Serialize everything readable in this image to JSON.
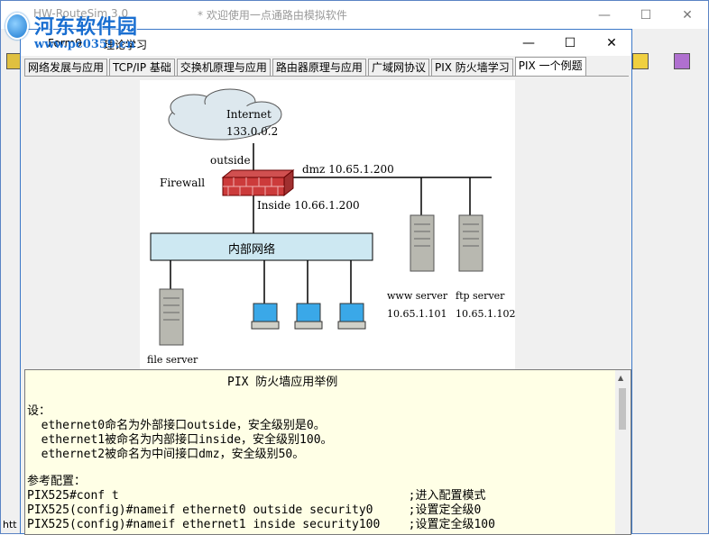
{
  "main_window": {
    "title": "HW-RouteSim 3.0",
    "subtitle": "* 欢迎使用一点通路由模拟软件",
    "controls": {
      "minimize": "—",
      "maximize": "☐",
      "close": "✕"
    },
    "status_text": "htt"
  },
  "watermark": {
    "text": "河东软件园",
    "url": "www.pc0359.cn"
  },
  "child_window": {
    "title": "Form9",
    "menu_item": "理论学习",
    "controls": {
      "minimize": "—",
      "maximize": "☐",
      "close": "✕"
    }
  },
  "tabs": [
    {
      "label": "网络发展与应用",
      "active": false
    },
    {
      "label": "TCP/IP 基础",
      "active": false
    },
    {
      "label": "交换机原理与应用",
      "active": false
    },
    {
      "label": "路由器原理与应用",
      "active": false
    },
    {
      "label": "广域网协议",
      "active": false
    },
    {
      "label": "PIX 防火墙学习",
      "active": false
    },
    {
      "label": "PIX 一个例题",
      "active": true
    }
  ],
  "diagram": {
    "internet": "Internet",
    "internet_ip": "133.0.0.2",
    "outside": "outside",
    "dmz": "dmz 10.65.1.200",
    "firewall": "Firewall",
    "inside": "Inside 10.66.1.200",
    "internal_network": "内部网络",
    "www_server": "www server",
    "www_ip": "10.65.1.101",
    "ftp_server": "ftp server",
    "ftp_ip": "10.65.1.102",
    "file_server": "file server"
  },
  "text_area": {
    "heading": "PIX 防火墙应用举例",
    "lines": [
      "设：",
      "  ethernet0命名为外部接口outside，安全级别是0。",
      "  ethernet1被命名为内部接口inside，安全级别100。",
      "  ethernet2被命名为中间接口dmz，安全级别50。",
      "",
      "参考配置：",
      "PIX525#conf t                                         ;进入配置模式",
      "PIX525(config)#nameif ethernet0 outside security0     ;设置定全级0",
      "PIX525(config)#nameif ethernet1 inside security100    ;设置定全级100"
    ]
  }
}
